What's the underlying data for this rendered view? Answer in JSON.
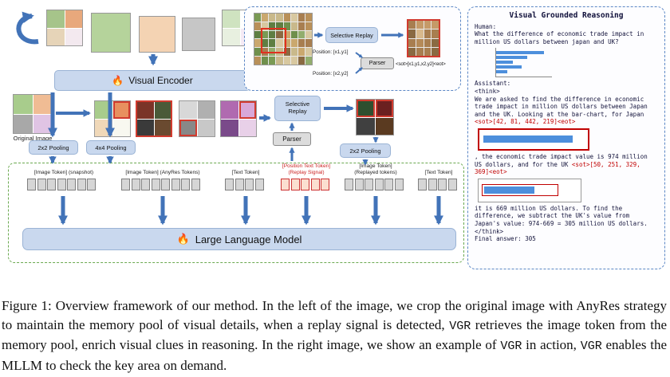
{
  "diagram": {
    "fire": "🔥",
    "visual_encoder_label": "Visual Encoder",
    "original_image_label": "Original Image",
    "pooling_2x2_left": "2x2 Pooling",
    "pooling_4x4": "4x4 Pooling",
    "selective_replay_label": "Selective Replay",
    "parser_label": "Parser",
    "pooling_2x2_right": "2x2 Pooling",
    "llm_label": "Large Language Model",
    "token_groups": [
      {
        "label1": "[Image Token] (snapshot)",
        "label2": "",
        "count": 7,
        "type": "gray"
      },
      {
        "label1": "[Image Token] (AnyRes Tokens)",
        "label2": "",
        "count": 8,
        "type": "gray"
      },
      {
        "label1": "[Text Token]",
        "label2": "",
        "count": 4,
        "type": "gray"
      },
      {
        "label1": "[Position Text Token]",
        "label2": "(Replay Signal)",
        "count": 5,
        "type": "replay"
      },
      {
        "label1": "[Image Token]",
        "label2": "(Replayed tokens)",
        "count": 6,
        "type": "gray"
      },
      {
        "label1": "[Text Token]",
        "label2": "",
        "count": 4,
        "type": "gray"
      }
    ]
  },
  "inset": {
    "selective_replay_label": "Selective Replay",
    "position_1": "Position: [x1,y1]",
    "position_2": "Position: [x2,y2]",
    "parser_label": "Parser",
    "coord_token": "<sot>[x1,y1,x2,y2]<eot>"
  },
  "panel": {
    "title": "Visual Grounded Reasoning",
    "human_label": "Human:",
    "question": "What the difference of economic trade impact in million US dollars between japan and UK?",
    "assistant_label": "Assistant:",
    "think_open": "<think>",
    "reasoning_1": "We are asked to find the difference in economic trade impact in million US dollars between Japan and the UK. Looking at the bar-chart, for Japan ",
    "grounding_1": "<sot>[42, 81, 442, 219]<eot>",
    "reasoning_2": ", the economic trade impact value is 974 million US dollars, and for the UK ",
    "grounding_2": "<sot>[50, 251, 329, 369]<eot>",
    "reasoning_3": "it is 669 million US dollars. To find the difference, we subtract the UK's value from Japan's value: 974-669 = 305 million US dollars.",
    "think_close": "</think>",
    "final_answer": "Final answer: 305",
    "chart_thumb_bars": [
      0.85,
      0.55,
      0.3,
      0.45,
      0.2
    ],
    "accent_red": "#c00000",
    "bar_blue": "#4d8fdc"
  },
  "caption": {
    "parts": [
      "Figure 1: Overview framework of our method. In the left of the image, we crop the original image with AnyRes strategy to maintain the memory pool of visual details, when a replay signal is detected, ",
      "VGR",
      " retrieves the image token from the memory pool, enrich visual clues in reasoning. In the right image, we show an example of ",
      "VGR",
      " in action, ",
      "VGR",
      " enables the MLLM to check the key area on demand."
    ]
  }
}
